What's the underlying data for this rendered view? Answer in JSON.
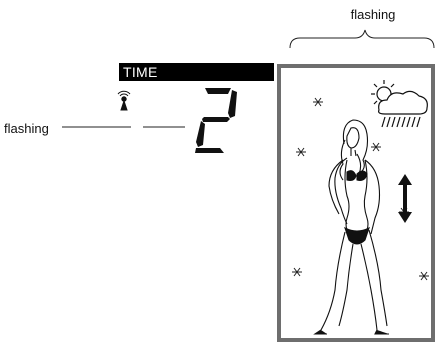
{
  "annotations": {
    "flashing_top": "flashing",
    "flashing_left": "flashing"
  },
  "lcd": {
    "time_label": "TIME",
    "digit": "2"
  },
  "icons": {
    "signal": "radio-signal-icon",
    "weather": "sun-behind-rain-cloud-icon",
    "trend": "up-down-arrow-icon",
    "snowflake": "snowflake-icon",
    "figure": "bikini-woman-figure"
  }
}
